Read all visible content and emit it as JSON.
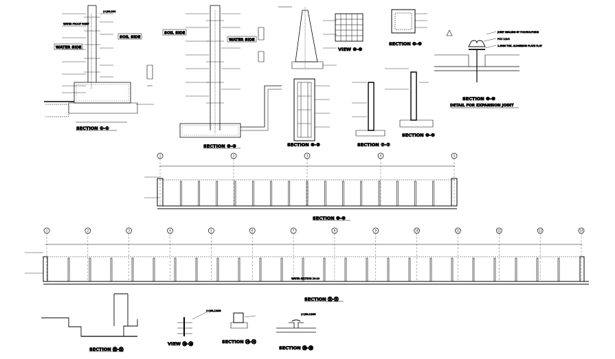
{
  "drawing": {
    "captions": {
      "s11": "SECTION ①-①",
      "s22": "SECTION ②-②",
      "s33": "SECTION ③-③",
      "view55": "VIEW ⑤-⑤",
      "s66": "SECTION ⑥-⑥",
      "s_small_a": "SECTION ⑦-⑦",
      "s_small_b": "SECTION ⑧-⑧",
      "expansion_title": "SECTION ⑨-⑨",
      "expansion_sub": "DETAIL FOR EXPANSION JOINT",
      "long_1": "SECTION ⑩-⑩",
      "long_2": "SECTION ⑪-⑪",
      "bottom_1": "SECTION ⑫-⑫",
      "bottom_view": "VIEW ⑬-⑬",
      "bottom_2": "SECTION ⑭-⑭",
      "bottom_3": "SECTION ⑮-⑮"
    },
    "side_labels": {
      "water_side_1": "WATER SIDE",
      "soil_side_1": "SOIL SIDE",
      "soil_side_2": "SOIL SIDE",
      "water_side_2": "WATER SIDE"
    },
    "notes": {
      "water_proof": "WATER PROOF PAINT",
      "expansion_1": "JOINT SEALING BY POLYSULPHIDE",
      "expansion_2": "PCC 1:2:4",
      "expansion_3": "1.6MM THK. ALUMINIUM PLATE FLAT",
      "level_top": "(+)98.120M",
      "level_mid": "(+)99.500",
      "long_note": "WATER SECTION 10-10"
    },
    "grid_labels_1": [
      "1",
      "2",
      "3",
      "4",
      "5"
    ],
    "grid_labels_2": [
      "1",
      "2",
      "3",
      "4",
      "5",
      "6",
      "7",
      "8",
      "9",
      "10",
      "11",
      "12",
      "13",
      "14"
    ]
  }
}
